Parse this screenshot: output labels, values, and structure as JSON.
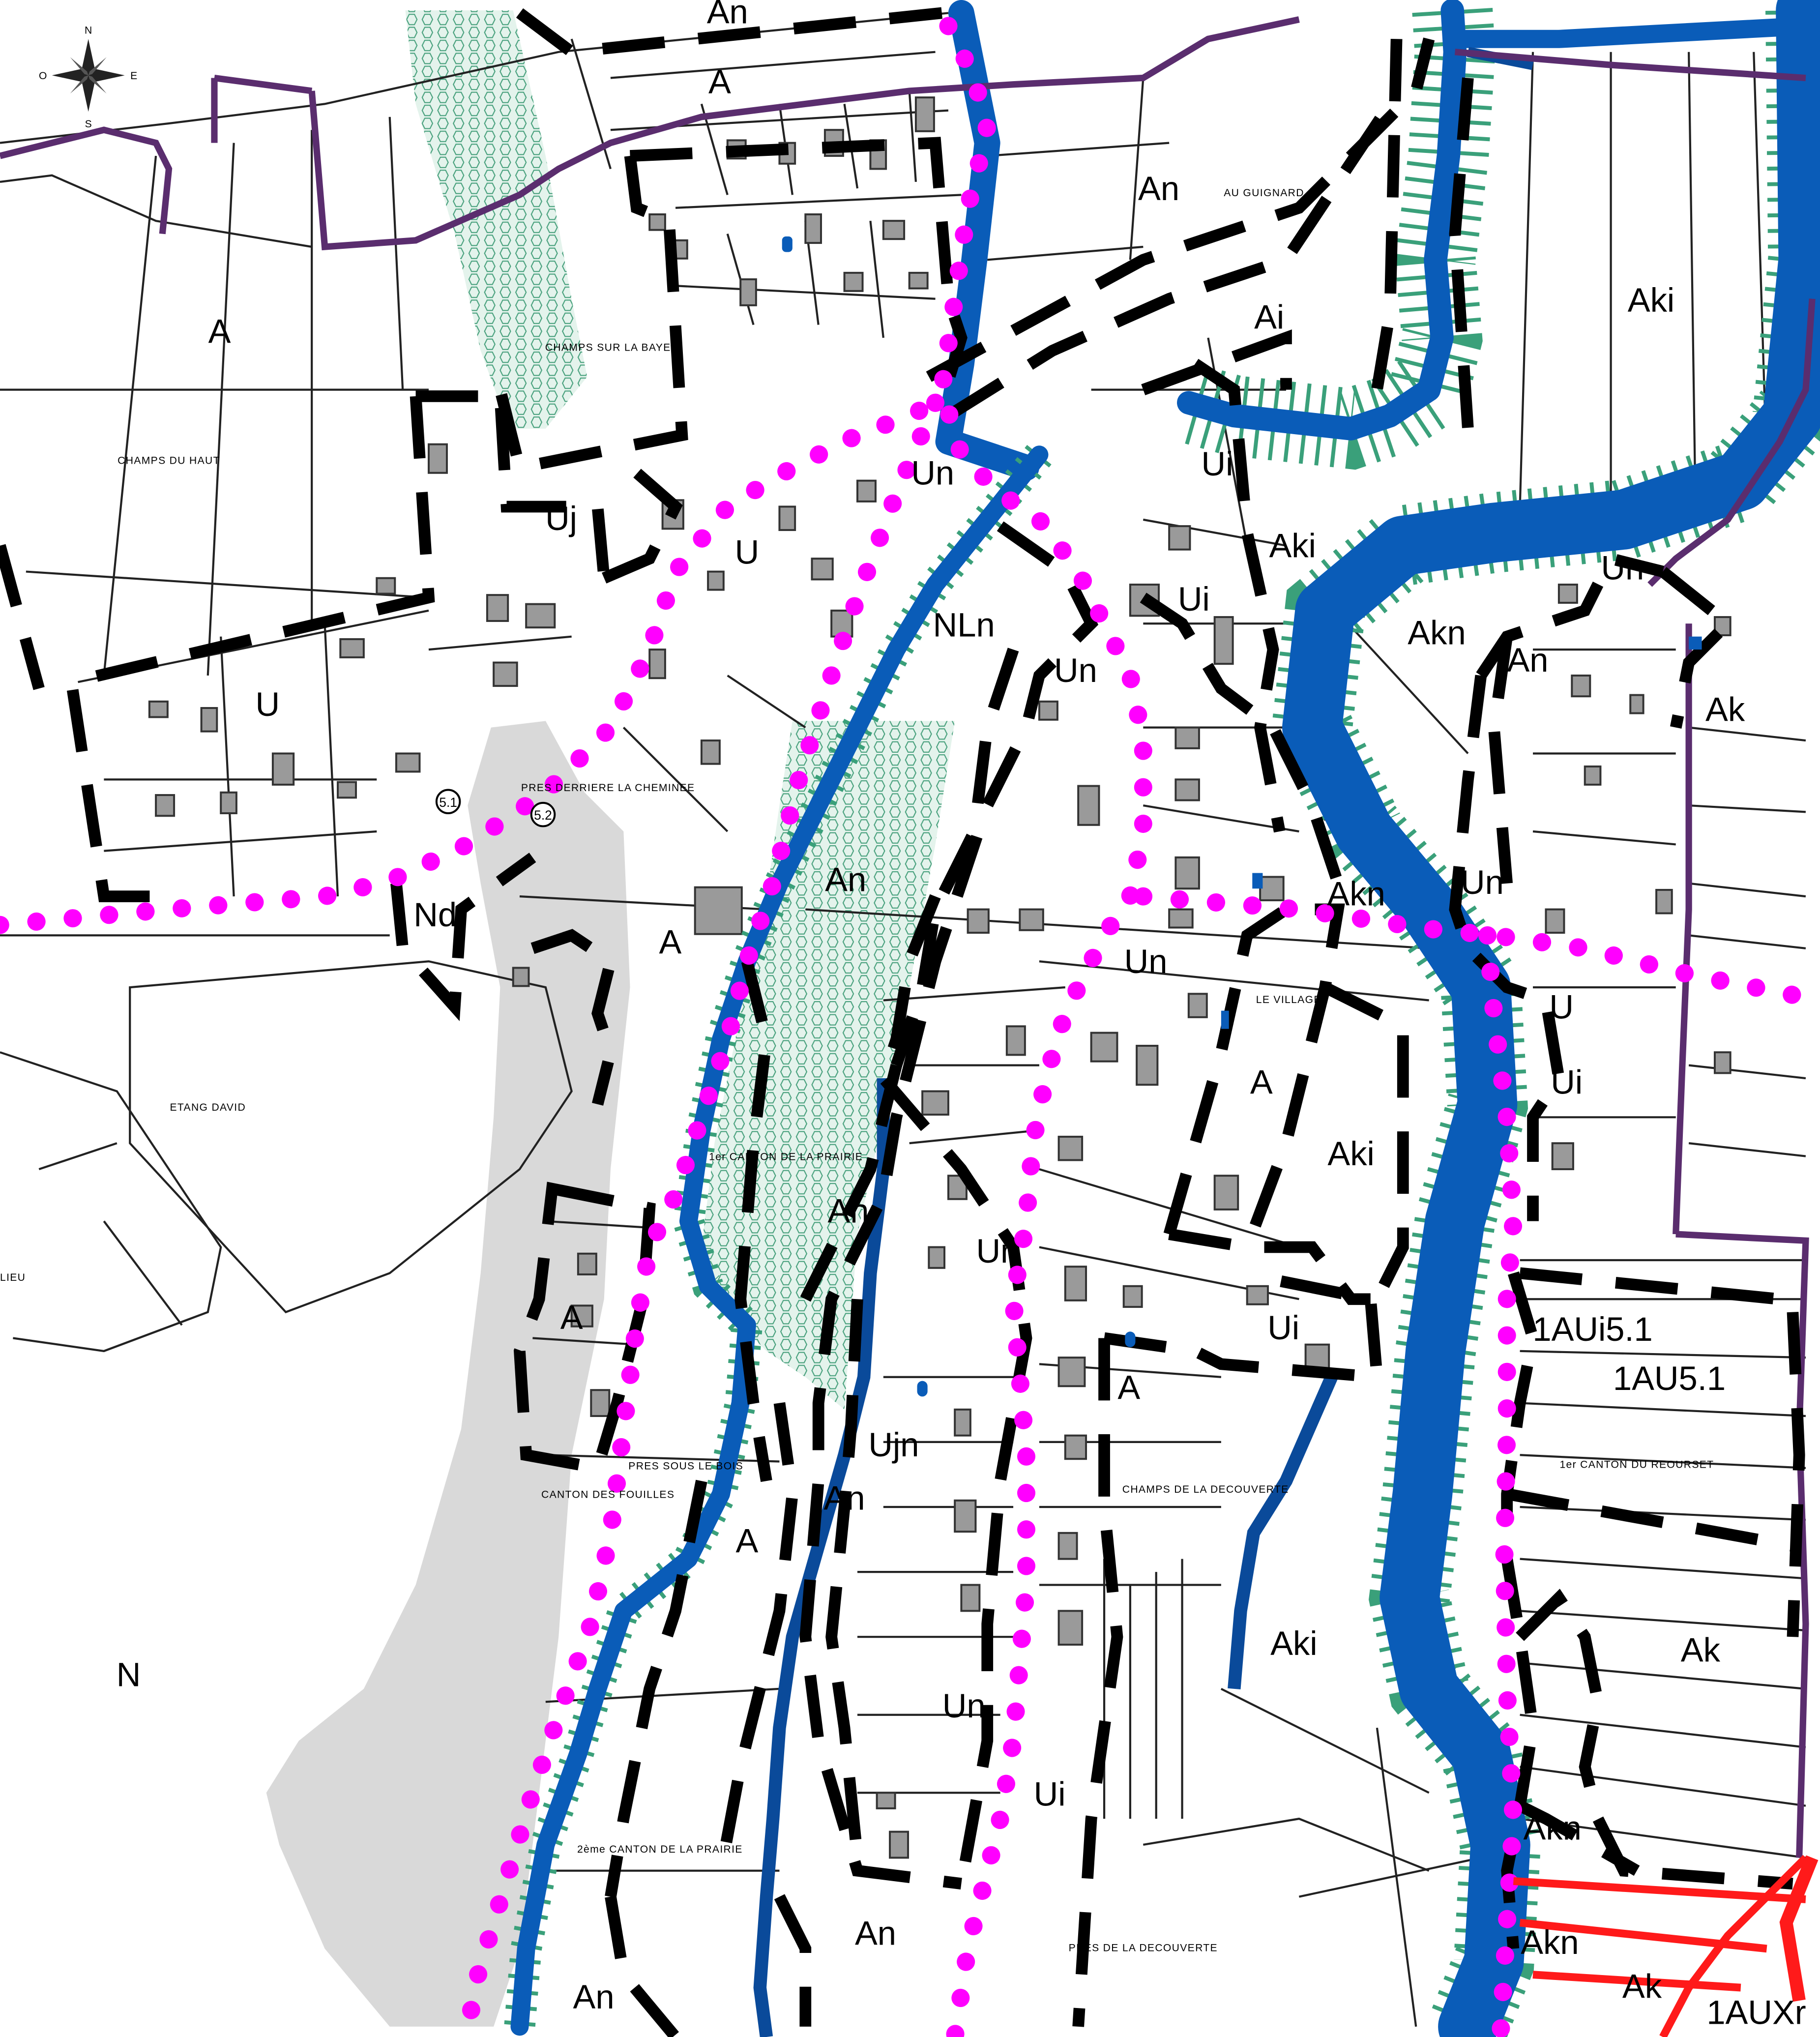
{
  "map": {
    "compass": {
      "n": "N",
      "e": "E",
      "s": "S",
      "w": "O"
    },
    "zones": [
      "An",
      "A",
      "An",
      "Ai",
      "Aki",
      "A",
      "U",
      "Uj",
      "U",
      "Un",
      "Ui",
      "Aki",
      "NLn",
      "Un",
      "Ui",
      "Akn",
      "An",
      "Un",
      "Ak",
      "An",
      "Nd",
      "A",
      "Akn",
      "Un",
      "Un",
      "U",
      "Ui",
      "A",
      "Aki",
      "An",
      "Un",
      "A",
      "Ui",
      "1AUi5.1",
      "1AU5.1",
      "A",
      "Ujn",
      "An",
      "A",
      "Aki",
      "Ak",
      "N",
      "Un",
      "Ui",
      "Akn",
      "An",
      "Akn",
      "Ak",
      "1AUXr",
      "An"
    ],
    "places": [
      "AU GUIGNARD",
      "CHAMPS SUR LA BAYE",
      "CHAMPS DU HAUT",
      "PRES DERRIERE LA CHEMINEE",
      "LE VILLAGE",
      "ETANG DAVID",
      "1er CANTON DE LA PRAIRIE",
      "1er CANTON DU REOURSET",
      "PRES SOUS LE BOIS",
      "CANTON DES FOUILLES",
      "CHAMPS DE LA DECOUVERTE",
      "2ème CANTON DE LA PRAIRIE",
      "PRES DE LA DECOUVERTE",
      "LIEU"
    ],
    "markers": [
      "5.1",
      "5.2"
    ],
    "colors": {
      "river": "#0a5cb8",
      "route": "#ff00ff",
      "commune_boundary": "#5a2d6e",
      "protected_area": "#3aa07a",
      "shaded_area": "#d9d9d9",
      "urban_limit": "#ff1a1a"
    }
  }
}
